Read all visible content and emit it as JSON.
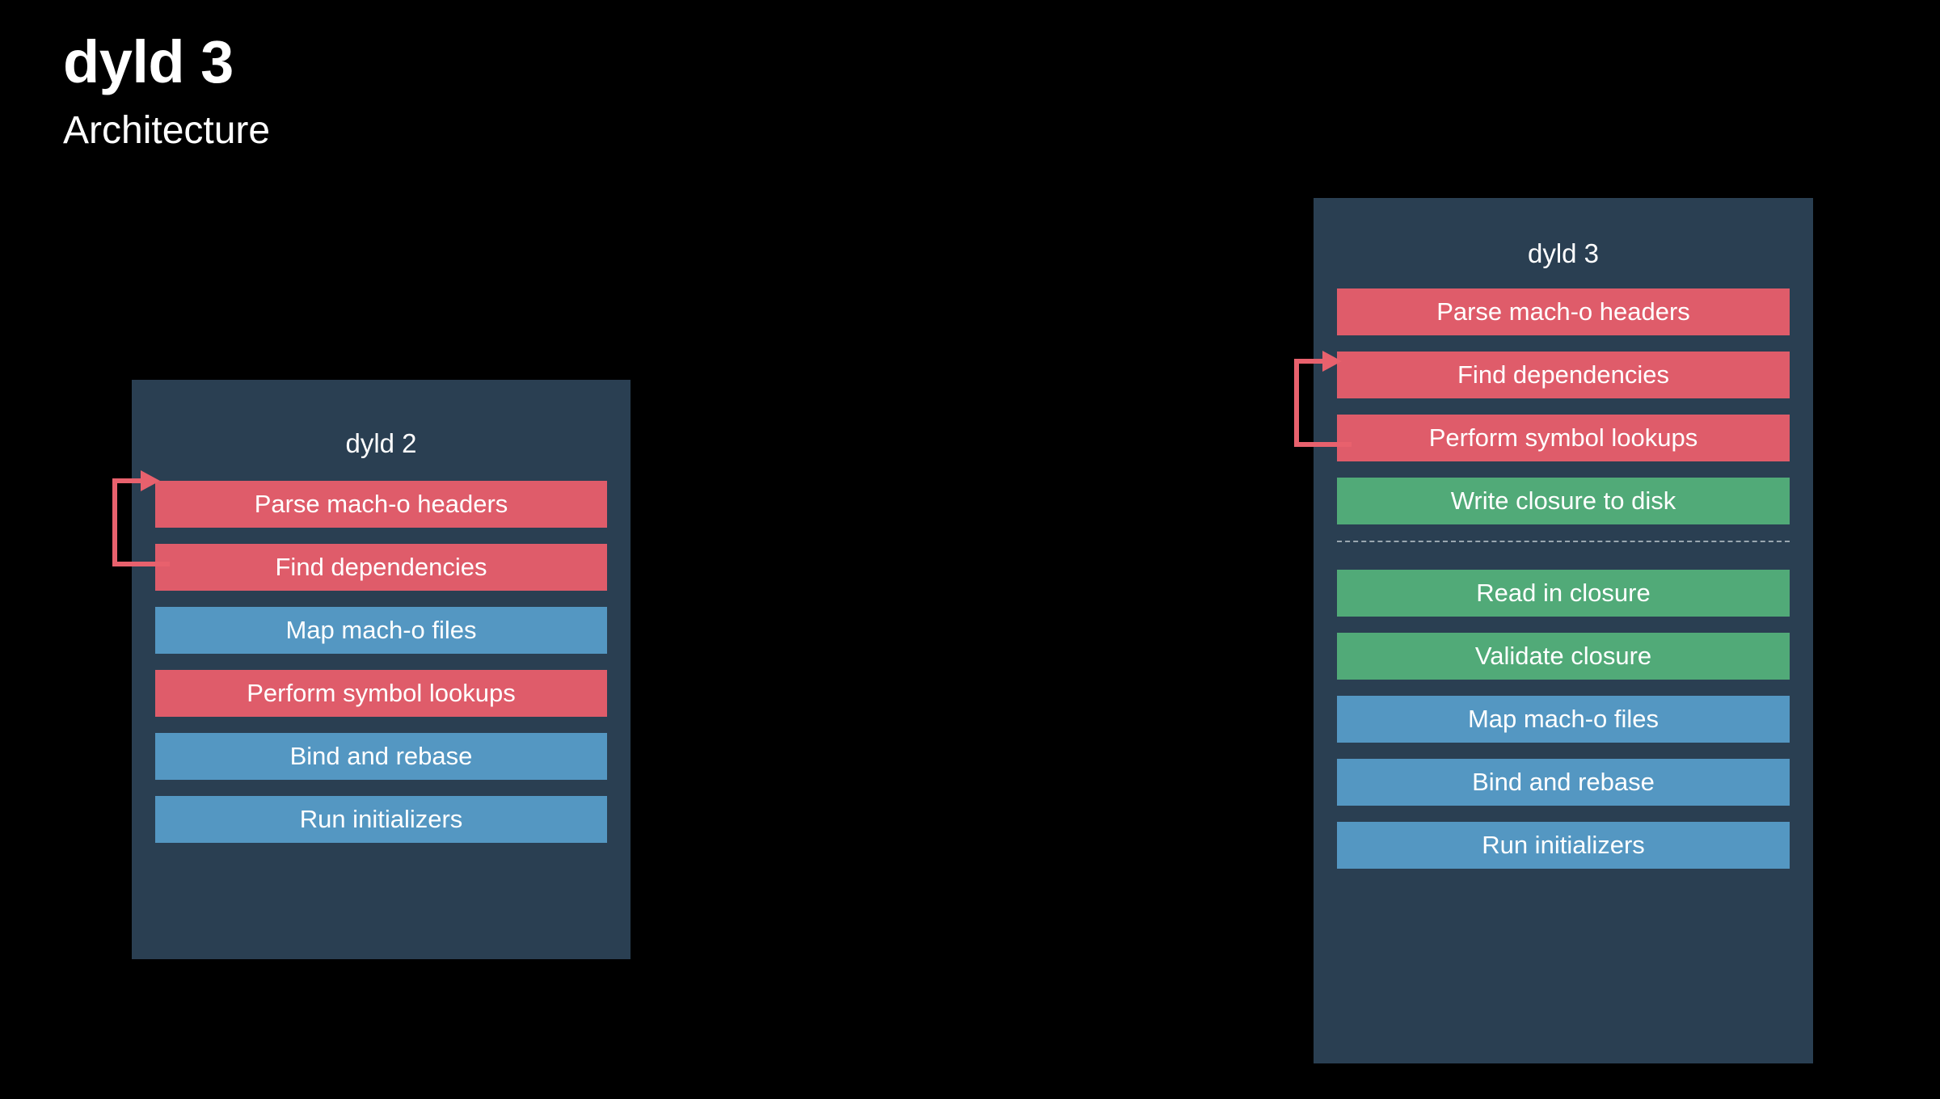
{
  "slide": {
    "title": "dyld 3",
    "subtitle": "Architecture",
    "background_color": "#000000"
  },
  "colors": {
    "panel": "#2a3f52",
    "red": "#df5c6a",
    "blue": "#5497c2",
    "green": "#51aa78",
    "arrow": "#e8616d",
    "divider": "#9aa7b0",
    "text": "#ffffff"
  },
  "diagram": {
    "type": "flow-comparison",
    "panels": [
      {
        "id": "dyld2",
        "title": "dyld 2",
        "loop_arrow": {
          "from": "Find dependencies",
          "to": "Parse mach-o headers",
          "color": "#e8616d"
        },
        "stages": [
          {
            "label": "Parse mach-o headers",
            "color": "red"
          },
          {
            "label": "Find dependencies",
            "color": "red"
          },
          {
            "label": "Map mach-o files",
            "color": "blue"
          },
          {
            "label": "Perform symbol lookups",
            "color": "red"
          },
          {
            "label": "Bind and rebase",
            "color": "blue"
          },
          {
            "label": "Run initializers",
            "color": "blue"
          }
        ]
      },
      {
        "id": "dyld3",
        "title": "dyld 3",
        "loop_arrow": {
          "from": "Find dependencies",
          "to": "Parse mach-o headers",
          "color": "#e8616d"
        },
        "stages": [
          {
            "label": "Parse mach-o headers",
            "color": "red"
          },
          {
            "label": "Find dependencies",
            "color": "red"
          },
          {
            "label": "Perform symbol lookups",
            "color": "red"
          },
          {
            "label": "Write closure to disk",
            "color": "green"
          },
          {
            "label": "",
            "color": "divider"
          },
          {
            "label": "Read in closure",
            "color": "green"
          },
          {
            "label": "Validate closure",
            "color": "green"
          },
          {
            "label": "Map mach-o files",
            "color": "blue"
          },
          {
            "label": "Bind and rebase",
            "color": "blue"
          },
          {
            "label": "Run initializers",
            "color": "blue"
          }
        ]
      }
    ]
  }
}
